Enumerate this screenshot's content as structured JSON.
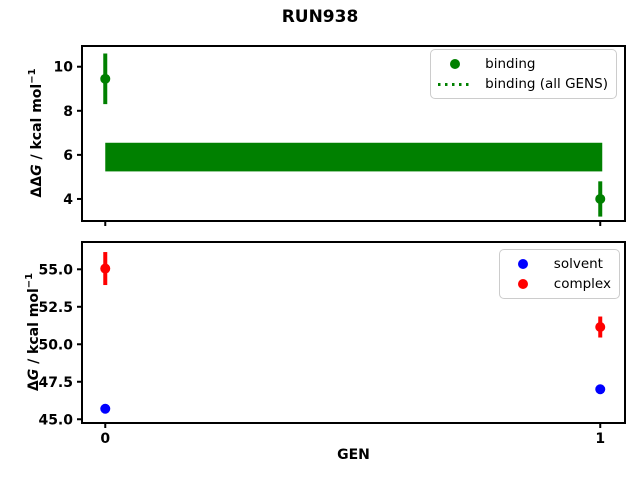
{
  "figure": {
    "title": "RUN938",
    "background_color": "#ffffff",
    "text_color": "#000000"
  },
  "chart_data": [
    {
      "id": "ddg-panel",
      "type": "scatter",
      "ylabel_parts": [
        {
          "text": "ΔΔ",
          "style": "upright"
        },
        {
          "text": "G",
          "style": "italic"
        },
        {
          "text": " / kcal mol",
          "style": "upright"
        },
        {
          "text": "−1",
          "style": "sup"
        }
      ],
      "ylabel_plain": "ΔΔG / kcal mol⁻¹",
      "xlabel": "",
      "xlim": [
        -0.047,
        1.05
      ],
      "ylim": [
        3.0,
        10.94
      ],
      "yticks": [
        4,
        6,
        8,
        10
      ],
      "ytick_labels": [
        "4",
        "6",
        "8",
        "10"
      ],
      "xticks": [
        0,
        1
      ],
      "xtick_labels": [],
      "grid": false,
      "series": [
        {
          "name": "binding",
          "color": "#008000",
          "marker": "circle",
          "x": [
            0,
            1
          ],
          "y": [
            9.45,
            4.0
          ],
          "yerr": [
            1.15,
            0.8
          ]
        }
      ],
      "band": {
        "label": "binding (all GENS)",
        "color": "#008000",
        "x_range": [
          0,
          1
        ],
        "y_low": 5.25,
        "y_high": 6.55
      },
      "legend": {
        "position": "upper right",
        "entries": [
          {
            "label": "binding",
            "handle": "marker",
            "color": "#008000"
          },
          {
            "label": "binding (all GENS)",
            "handle": "dotted-line",
            "color": "#008000"
          }
        ]
      }
    },
    {
      "id": "dg-panel",
      "type": "scatter",
      "ylabel_parts": [
        {
          "text": "Δ",
          "style": "upright"
        },
        {
          "text": "G",
          "style": "italic"
        },
        {
          "text": " / kcal mol",
          "style": "upright"
        },
        {
          "text": "−1",
          "style": "sup"
        }
      ],
      "ylabel_plain": "ΔG / kcal mol⁻¹",
      "xlabel": "GEN",
      "xlim": [
        -0.047,
        1.05
      ],
      "ylim": [
        44.75,
        56.82
      ],
      "yticks": [
        45.0,
        47.5,
        50.0,
        52.5,
        55.0
      ],
      "ytick_labels": [
        "45.0",
        "47.5",
        "50.0",
        "52.5",
        "55.0"
      ],
      "xticks": [
        0,
        1
      ],
      "xtick_labels": [
        "0",
        "1"
      ],
      "grid": false,
      "series": [
        {
          "name": "solvent",
          "color": "#0000ff",
          "marker": "circle",
          "x": [
            0,
            1
          ],
          "y": [
            45.7,
            47.0
          ],
          "yerr": [
            0,
            0
          ]
        },
        {
          "name": "complex",
          "color": "#ff0000",
          "marker": "circle",
          "x": [
            0,
            1
          ],
          "y": [
            55.05,
            51.15
          ],
          "yerr": [
            1.1,
            0.7
          ]
        }
      ],
      "legend": {
        "position": "upper right",
        "entries": [
          {
            "label": "solvent",
            "handle": "marker",
            "color": "#0000ff"
          },
          {
            "label": "complex",
            "handle": "marker",
            "color": "#ff0000"
          }
        ]
      }
    }
  ]
}
